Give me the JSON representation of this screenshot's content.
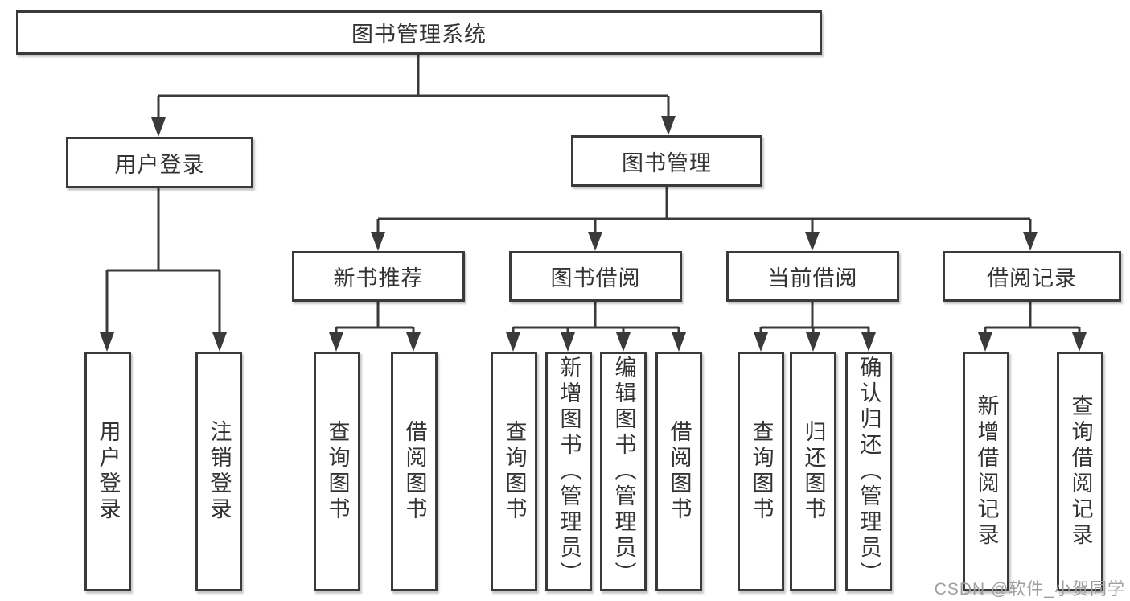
{
  "colors": {
    "line": "#3a3a3a",
    "text": "#333333",
    "watermark": "#9e9e9e",
    "background": "#ffffff"
  },
  "diagram": {
    "type": "hierarchy-tree",
    "root": {
      "label": "图书管理系统"
    },
    "level2": [
      {
        "label": "用户登录",
        "parent": "图书管理系统"
      },
      {
        "label": "图书管理",
        "parent": "图书管理系统"
      }
    ],
    "level3": [
      {
        "label": "新书推荐",
        "parent": "图书管理"
      },
      {
        "label": "图书借阅",
        "parent": "图书管理"
      },
      {
        "label": "当前借阅",
        "parent": "图书管理"
      },
      {
        "label": "借阅记录",
        "parent": "图书管理"
      }
    ],
    "leaves": [
      {
        "label": "用户登录",
        "parent": "用户登录"
      },
      {
        "label": "注销登录",
        "parent": "用户登录"
      },
      {
        "label": "查询图书",
        "parent": "新书推荐"
      },
      {
        "label": "借阅图书",
        "parent": "新书推荐"
      },
      {
        "label": "查询图书",
        "parent": "图书借阅"
      },
      {
        "label": "新增图书（管理员）",
        "parent": "图书借阅"
      },
      {
        "label": "编辑图书（管理员）",
        "parent": "图书借阅"
      },
      {
        "label": "借阅图书",
        "parent": "图书借阅"
      },
      {
        "label": "查询图书",
        "parent": "当前借阅"
      },
      {
        "label": "归还图书",
        "parent": "当前借阅"
      },
      {
        "label": "确认归还（管理员）",
        "parent": "当前借阅"
      },
      {
        "label": "新增借阅记录",
        "parent": "借阅记录"
      },
      {
        "label": "查询借阅记录",
        "parent": "借阅记录"
      }
    ]
  },
  "watermark": {
    "text": "CSDN @软件_小贺同学"
  }
}
